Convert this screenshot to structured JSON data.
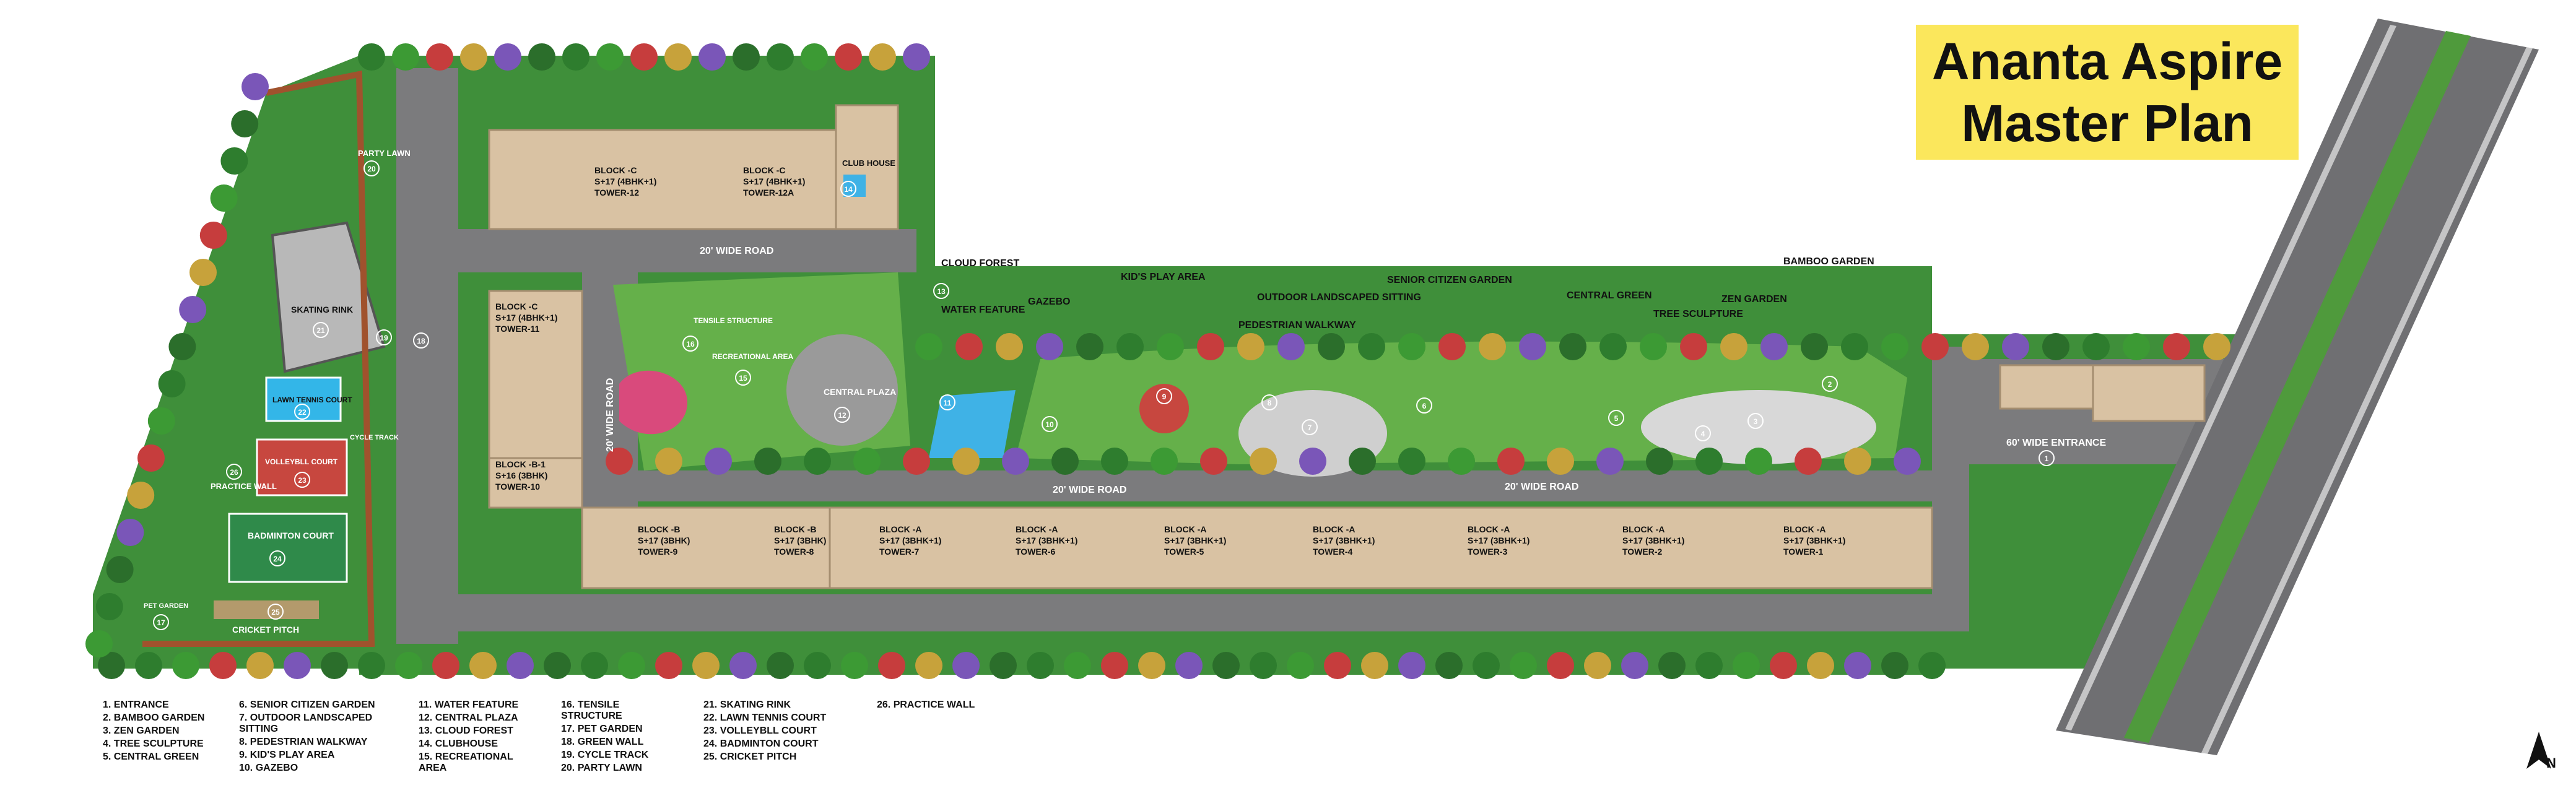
{
  "title": {
    "line1": "Ananta Aspire",
    "line2": "Master Plan"
  },
  "colors": {
    "road": "#7b7b7d",
    "grass": "#3f8f3a",
    "lawn": "#65b04a",
    "building": "#d9c2a3",
    "court_blue": "#33b6e8",
    "court_red": "#c7473f",
    "court_green": "#2f8a4a",
    "rink": "#b8b8b8",
    "plaza": "#9a9a9a",
    "water": "#3fb2e6",
    "path": "#cfcfcf"
  },
  "roads": {
    "top": "20' WIDE ROAD",
    "middle_left": "20' WIDE ROAD",
    "middle_right": "20' WIDE ROAD",
    "vertical": "20' WIDE ROAD",
    "entrance": "60' WIDE ENTRANCE"
  },
  "callouts": {
    "cloud_forest": "CLOUD FOREST",
    "water_feature": "WATER FEATURE",
    "gazebo": "GAZEBO",
    "kids_play": "KID'S PLAY AREA",
    "pedestrian": "PEDESTRIAN WALKWAY",
    "outdoor": "OUTDOOR LANDSCAPED SITTING",
    "senior": "SENIOR CITIZEN GARDEN",
    "central_green": "CENTRAL GREEN",
    "tree_sculpture": "TREE SCULPTURE",
    "zen": "ZEN GARDEN",
    "bamboo": "BAMBOO GARDEN",
    "tensile": "TENSILE STRUCTURE",
    "recreational": "RECREATIONAL AREA",
    "central_plaza": "CENTRAL PLAZA",
    "clubhouse": "CLUB HOUSE",
    "party_lawn": "PARTY LAWN",
    "skating": "SKATING RINK",
    "lawn_tennis": "LAWN TENNIS COURT",
    "cycle_track": "CYCLE TRACK",
    "volleyball": "VOLLEYBLL COURT",
    "practice_wall": "PRACTICE WALL",
    "badminton": "BADMINTON COURT",
    "pet_garden": "PET GARDEN",
    "cricket": "CRICKET PITCH"
  },
  "towers": [
    {
      "block": "BLOCK -C",
      "spec": "S+17 (4BHK+1)",
      "name": "TOWER-12"
    },
    {
      "block": "BLOCK -C",
      "spec": "S+17 (4BHK+1)",
      "name": "TOWER-12A"
    },
    {
      "block": "BLOCK -C",
      "spec": "S+17 (4BHK+1)",
      "name": "TOWER-11"
    },
    {
      "block": "BLOCK -B-1",
      "spec": "S+16 (3BHK)",
      "name": "TOWER-10"
    },
    {
      "block": "BLOCK -B",
      "spec": "S+17 (3BHK)",
      "name": "TOWER-9"
    },
    {
      "block": "BLOCK -B",
      "spec": "S+17 (3BHK)",
      "name": "TOWER-8"
    },
    {
      "block": "BLOCK -A",
      "spec": "S+17 (3BHK+1)",
      "name": "TOWER-7"
    },
    {
      "block": "BLOCK -A",
      "spec": "S+17 (3BHK+1)",
      "name": "TOWER-6"
    },
    {
      "block": "BLOCK -A",
      "spec": "S+17 (3BHK+1)",
      "name": "TOWER-5"
    },
    {
      "block": "BLOCK -A",
      "spec": "S+17 (3BHK+1)",
      "name": "TOWER-4"
    },
    {
      "block": "BLOCK -A",
      "spec": "S+17 (3BHK+1)",
      "name": "TOWER-3"
    },
    {
      "block": "BLOCK -A",
      "spec": "S+17 (3BHK+1)",
      "name": "TOWER-2"
    },
    {
      "block": "BLOCK -A",
      "spec": "S+17 (3BHK+1)",
      "name": "TOWER-1"
    }
  ],
  "markers": [
    "1",
    "2",
    "3",
    "4",
    "5",
    "6",
    "7",
    "8",
    "9",
    "10",
    "11",
    "12",
    "13",
    "14",
    "15",
    "16",
    "17",
    "18",
    "19",
    "20",
    "21",
    "22",
    "23",
    "24",
    "25",
    "26"
  ],
  "compass": "N",
  "legend": [
    [
      "1. ENTRANCE",
      "2. BAMBOO GARDEN",
      "3. ZEN GARDEN",
      "4. TREE SCULPTURE",
      "5. CENTRAL GREEN"
    ],
    [
      "6. SENIOR CITIZEN GARDEN",
      "7. OUTDOOR LANDSCAPED SITTING",
      "8. PEDESTRIAN WALKWAY",
      "9. KID'S PLAY AREA",
      "10. GAZEBO"
    ],
    [
      "11. WATER FEATURE",
      "12. CENTRAL PLAZA",
      "13. CLOUD FOREST",
      "14. CLUBHOUSE",
      "15. RECREATIONAL AREA"
    ],
    [
      "16. TENSILE STRUCTURE",
      "17. PET GARDEN",
      "18. GREEN WALL",
      "19. CYCLE TRACK",
      "20. PARTY LAWN"
    ],
    [
      "21. SKATING RINK",
      "22. LAWN TENNIS COURT",
      "23. VOLLEYBLL COURT",
      "24. BADMINTON COURT",
      "25. CRICKET PITCH"
    ],
    [
      "26. PRACTICE WALL"
    ]
  ]
}
